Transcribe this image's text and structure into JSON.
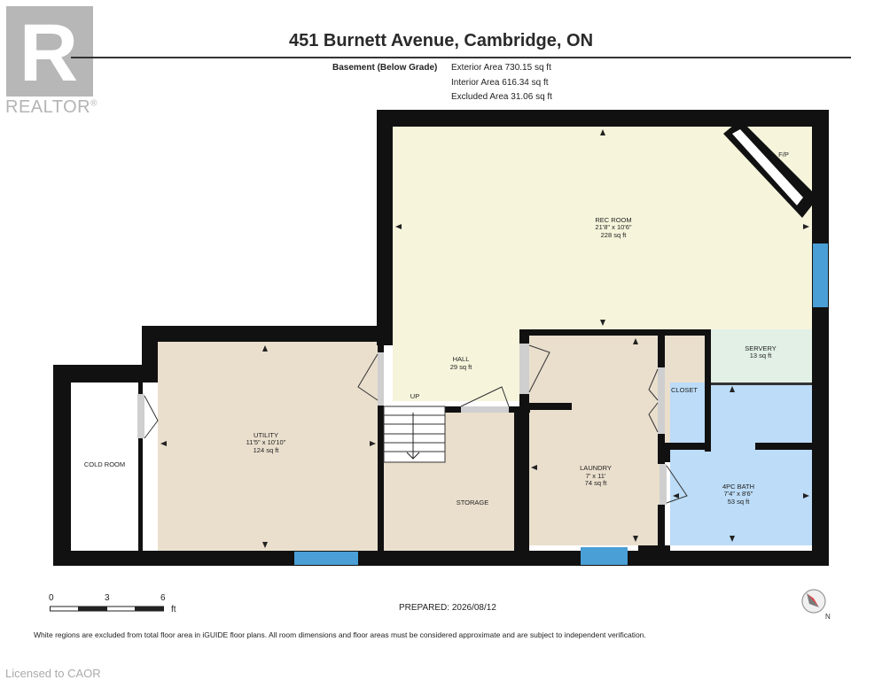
{
  "brand": {
    "logo_letter": "R",
    "wordmark": "REALTOR",
    "mark": "®"
  },
  "header": {
    "title": "451 Burnett Avenue, Cambridge, ON",
    "level": "Basement (Below Grade)",
    "exterior_area": "Exterior Area 730.15 sq ft",
    "interior_area": "Interior Area 616.34 sq ft",
    "excluded_area": "Excluded Area 31.06 sq ft"
  },
  "rooms": {
    "rec_room": {
      "name": "REC ROOM",
      "dims": "21'8\" x 10'6\"",
      "area": "228 sq ft"
    },
    "fireplace": {
      "name": "F/P"
    },
    "hall": {
      "name": "HALL",
      "area": "29 sq ft"
    },
    "stairs": {
      "name": "UP"
    },
    "servery": {
      "name": "SERVERY",
      "area": "13 sq ft"
    },
    "closet": {
      "name": "CLOSET"
    },
    "utility": {
      "name": "UTILITY",
      "dims": "11'5\" x 10'10\"",
      "area": "124 sq ft"
    },
    "cold_room": {
      "name": "COLD ROOM"
    },
    "storage": {
      "name": "STORAGE"
    },
    "laundry": {
      "name": "LAUNDRY",
      "dims": "7' x 11'",
      "area": "74 sq ft"
    },
    "bath": {
      "name": "4PC BATH",
      "dims": "7'4\" x 8'6\"",
      "area": "53 sq ft"
    }
  },
  "scale": {
    "zero": "0",
    "mid": "3",
    "max": "6",
    "unit": "ft"
  },
  "compass": {
    "north": "N"
  },
  "prepared": "PREPARED: 2026/08/12",
  "disclaimer": "White regions are excluded from total floor area in iGUIDE floor plans. All room dimensions and floor areas must be considered approximate and are subject to independent verification.",
  "license": "Licensed to CAOR",
  "colors": {
    "wall": "#111111",
    "rec_room": "#f6f5dc",
    "utility": "#eadfcd",
    "bath": "#bcdcf7",
    "servery": "#e2f0e6",
    "window": "#4a9fd6"
  }
}
